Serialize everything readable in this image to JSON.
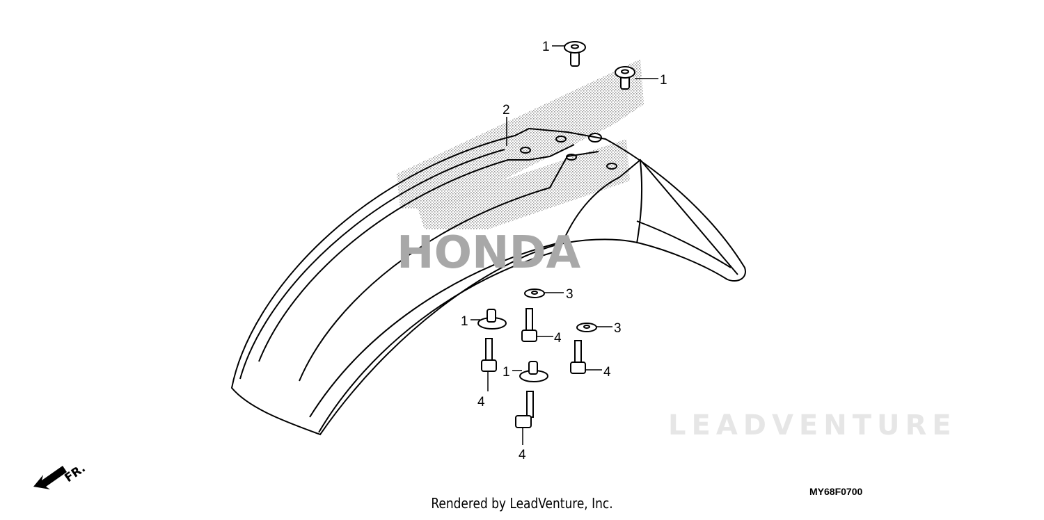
{
  "diagram": {
    "diagram_code": "MY68F0700",
    "footer": "Rendered by LeadVenture, Inc.",
    "direction_label": "FR.",
    "watermarks": {
      "brand": "HONDA",
      "vendor": "LEADVENTURE"
    },
    "callouts": [
      "1",
      "1",
      "2",
      "3",
      "1",
      "4",
      "3",
      "4",
      "1",
      "4",
      "4"
    ],
    "colors": {
      "line": "#000000",
      "dot_watermark": "#9a9a9a",
      "text_watermark": "#e6e6e6"
    }
  }
}
